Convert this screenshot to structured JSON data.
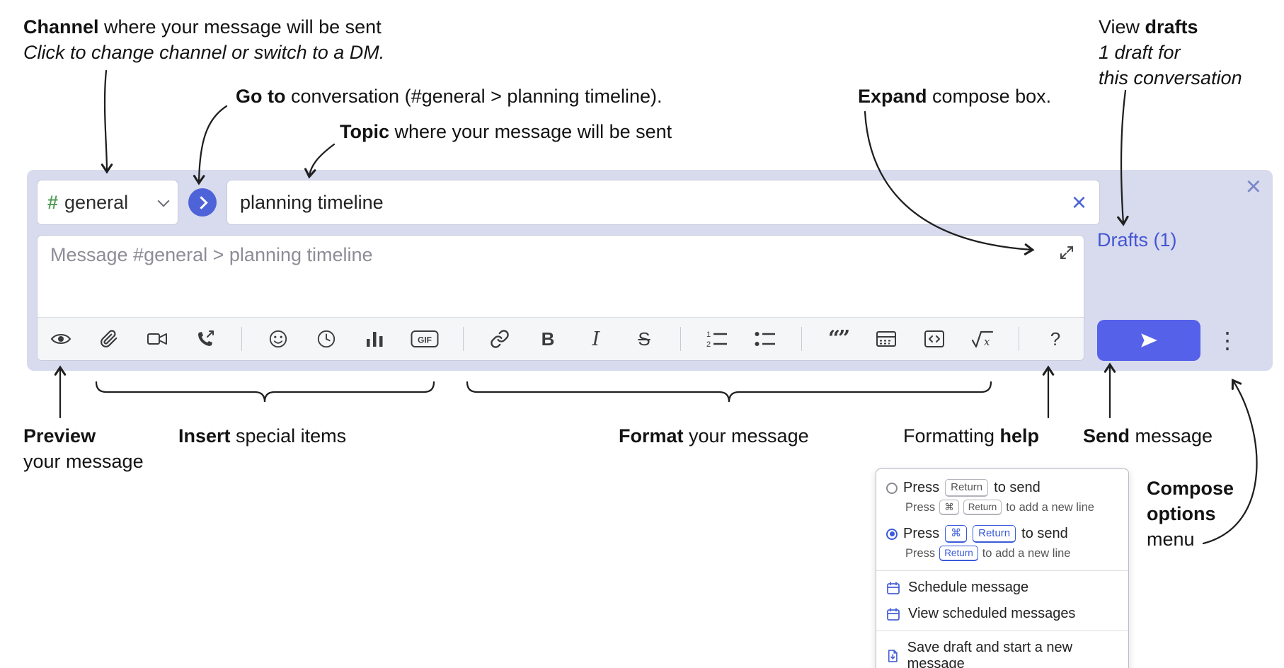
{
  "annotations": {
    "channel": {
      "bold": "Channel",
      "rest": " where your message will be sent",
      "line2": "Click to change channel or switch to a DM."
    },
    "goto": {
      "bold": "Go to",
      "rest": " conversation (#general > planning timeline)."
    },
    "topic": {
      "bold": "Topic",
      "rest": " where your message will be sent"
    },
    "expand": {
      "bold": "Expand",
      "rest": " compose box."
    },
    "drafts": {
      "pre": "View ",
      "bold": "drafts",
      "line2": "1 draft for",
      "line3": "this conversation"
    },
    "preview": {
      "bold": "Preview",
      "line2": "your message"
    },
    "insert": {
      "bold": "Insert",
      "rest": " special items"
    },
    "format": {
      "bold": "Format",
      "rest": " your message"
    },
    "help": {
      "pre": "Formatting ",
      "bold": "help"
    },
    "send": {
      "bold": "Send",
      "rest": " message"
    },
    "compose_menu": {
      "line1": "Compose",
      "line2": "options",
      "line3": "menu"
    }
  },
  "compose": {
    "channel_hash": "#",
    "channel_name": "general",
    "topic_value": "planning timeline",
    "message_placeholder": "Message #general > planning timeline",
    "drafts_link": "Drafts (1)"
  },
  "icons": {
    "close": "×",
    "clear": "×",
    "dots": "⋮"
  },
  "toolbar": {
    "bold": "B",
    "italic": "I",
    "strike": "S",
    "gif": "GIF",
    "quote": "“”",
    "help": "?"
  },
  "popup": {
    "option1": {
      "pre": "Press",
      "kbd1": "Return",
      "post": "to send",
      "sub_pre": "Press",
      "sub_kbd1": "⌘",
      "sub_kbd2": "Return",
      "sub_post": "to add a new line"
    },
    "option2": {
      "pre": "Press",
      "kbd1": "⌘",
      "kbd2": "Return",
      "post": "to send",
      "sub_pre": "Press",
      "sub_kbd1": "Return",
      "sub_post": "to add a new line"
    },
    "schedule": "Schedule message",
    "view_scheduled": "View scheduled messages",
    "save_draft": "Save draft and start a new message"
  },
  "colors": {
    "accent_blue": "#5661ea",
    "link_blue": "#4a63d8",
    "lavender": "#d8dbee",
    "hash_green": "#569e58"
  }
}
